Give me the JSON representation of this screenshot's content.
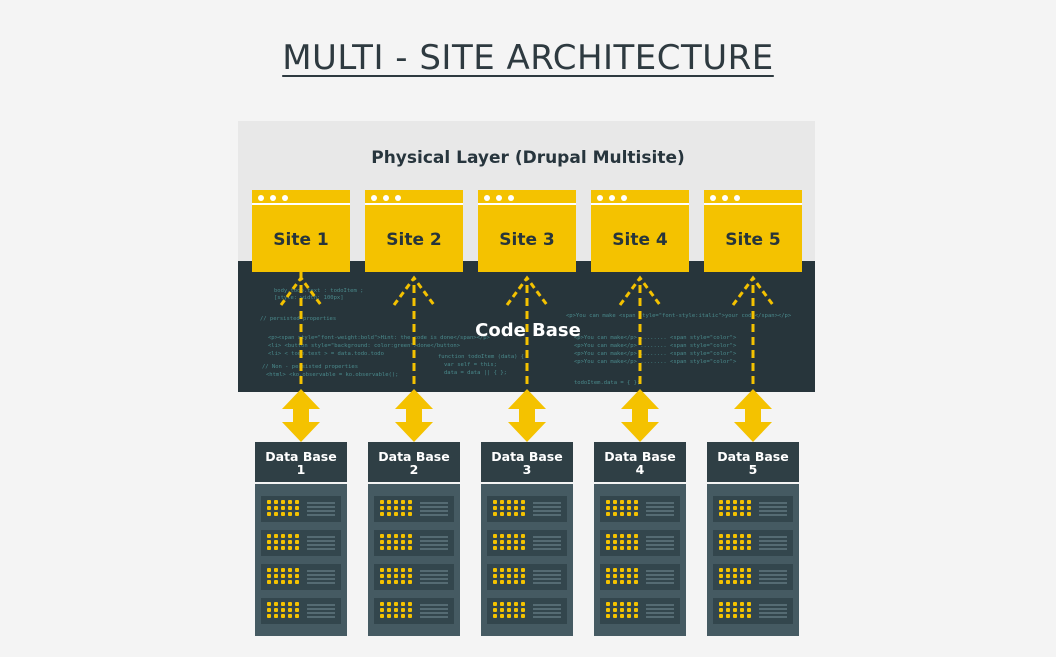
{
  "title": "MULTI - SITE ARCHITECTURE",
  "physical_layer": {
    "label": "Physical Layer (Drupal Multisite)"
  },
  "code_base": {
    "label": "Code Base",
    "code_lines": [
      "body.todo.text : todoItem ;",
      "[style: width: 100px]",
      "// persisted properties",
      "<p><span style=\"font-weight:bold\">Hint: the code is done</span></p>",
      "<li> <button style=\"background: color:green\">done</button>",
      "<li> < todo.text > = data.todo.todo",
      "// Non - persisted properties",
      "<html> <ko.observable = ko.observable();",
      "function todoItem (data) {",
      "var self = this;",
      "data = data || { };",
      "<p>You can make <span style=\"font-style:italic\">your code</span></p>",
      "<p>You can make</p> ........ <span style=\"color\">",
      "<p>You can make</p> ........ <span style=\"color\">",
      "<p>You can make</p> ........ <span style=\"color\">",
      "<p>You can make</p> ........ <span style=\"color\">",
      "todoItem.data = { };"
    ]
  },
  "sites": [
    {
      "label": "Site 1"
    },
    {
      "label": "Site 2"
    },
    {
      "label": "Site 3"
    },
    {
      "label": "Site 4"
    },
    {
      "label": "Site 5"
    }
  ],
  "databases": [
    {
      "label": "Data Base",
      "number": "1"
    },
    {
      "label": "Data Base",
      "number": "2"
    },
    {
      "label": "Data Base",
      "number": "3"
    },
    {
      "label": "Data Base",
      "number": "4"
    },
    {
      "label": "Data Base",
      "number": "5"
    }
  ],
  "colors": {
    "accent_yellow": "#f4c200",
    "dark_slate": "#27353b",
    "server_gray": "#455a62",
    "background": "#f4f4f4"
  }
}
